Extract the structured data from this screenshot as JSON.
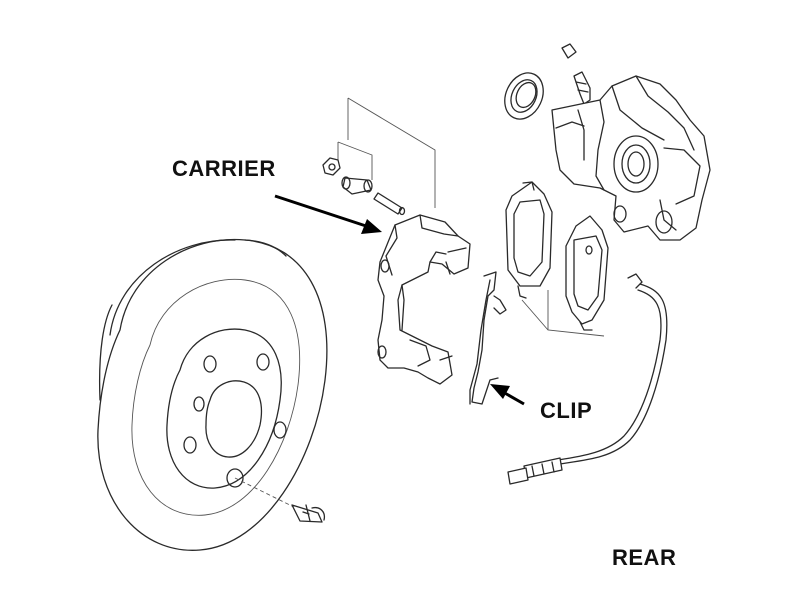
{
  "labels": {
    "carrier": "CARRIER",
    "clip": "CLIP",
    "rear": "REAR"
  },
  "parts": [
    "brake-disc",
    "disc-screw",
    "caliper-carrier",
    "guide-pin-bolts",
    "brake-pads",
    "pad-retaining-clip",
    "brake-caliper",
    "pad-wear-sensor"
  ],
  "colors": {
    "line": "#2a2a2a",
    "label": "#111111",
    "background": "#ffffff"
  }
}
